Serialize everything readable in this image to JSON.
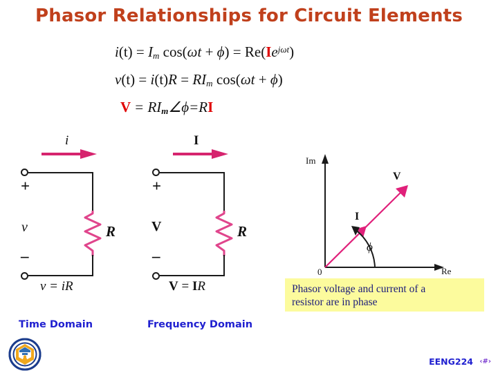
{
  "slide": {
    "title": "Phasor Relationships for Circuit Elements",
    "title_color": "#C0401C",
    "background": "#FFFFFF"
  },
  "equations": {
    "eq1": {
      "lhs": "i(t)",
      "full_text": "i(t) = Iₘ cos(ωt + ϕ) = Re(Ie^{jωt})",
      "parts": {
        "i_of_t": "i",
        "paren_t": "(t)",
        "eq1_sign": "=",
        "I": "I",
        "m": "m",
        "cos": "cos(",
        "omega_t": "ωt",
        "plus": "+",
        "phi": "ϕ",
        "close": ")",
        "eq2_sign": "=",
        "Re": "Re(",
        "I_bold": "I",
        "e": "e",
        "exp": "jωt",
        "close2": ")"
      }
    },
    "eq2": {
      "full_text": "v(t) = i(t)R = RIₘ cos(ωt + ϕ)",
      "parts": {
        "v": "v",
        "paren_t": "(t)",
        "eq1_sign": "=",
        "i": "i",
        "paren_t2": "(t)",
        "R": "R",
        "eq2_sign": "=",
        "R2": "R",
        "I": "I",
        "m": "m",
        "cos": "cos(",
        "omega_t": "ωt",
        "plus": "+",
        "phi": "ϕ",
        "close": ")"
      }
    },
    "eq3": {
      "full_text": "V = RIₘ∠ϕ=RI",
      "parts": {
        "V_bold": "V",
        "eq_sign": "=",
        "R": "R",
        "I": "I",
        "m": "m",
        "angle": "∠",
        "phi": "ϕ",
        "eq_sign2": "=",
        "R2": "R",
        "I_bold": "I"
      }
    }
  },
  "circuits": {
    "time_domain": {
      "current_label": "i",
      "plus_sign": "+",
      "minus_sign": "–",
      "voltage_label": "v",
      "resistor_label": "R",
      "equation": "v = iR",
      "domain_label": "Time Domain"
    },
    "frequency_domain": {
      "current_label": "I",
      "plus_sign": "+",
      "minus_sign": "–",
      "voltage_label": "V",
      "resistor_label": "R",
      "equation_v": "V",
      "equation_eq": "=",
      "equation_i": "I",
      "equation_r": "R",
      "domain_label": "Frequency Domain"
    },
    "wire_color": "#1A1A1A",
    "resistor_color": "#E0458C",
    "arrow_color": "#D6246E"
  },
  "phasor_diagram": {
    "im_axis_label": "Im",
    "re_axis_label": "Re",
    "origin_label": "0",
    "voltage_phasor_label": "V",
    "current_phasor_label": "I",
    "angle_label": "ϕ",
    "phasor_color": "#E0207A"
  },
  "note": {
    "line1": "Phasor voltage and current of a",
    "line2": "resistor are in phase",
    "background": "#FCFB9D",
    "text_color": "#1B1B7A"
  },
  "footer": {
    "course_code": "EENG224",
    "page_number": "‹#›",
    "color": "#2020D0"
  }
}
